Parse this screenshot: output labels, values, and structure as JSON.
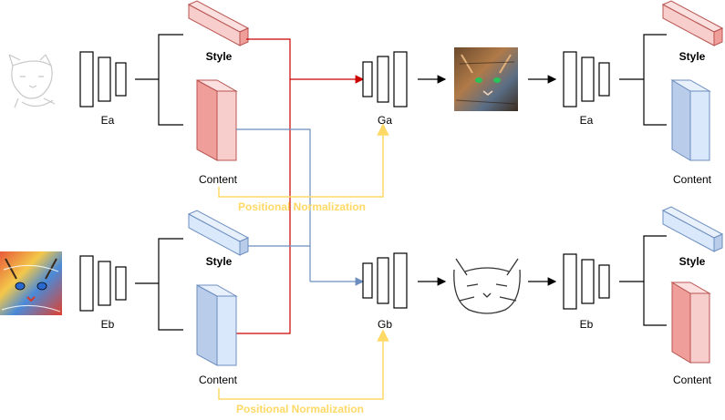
{
  "top": {
    "encoder_in": "Ea",
    "style": "Style",
    "content": "Content",
    "generator": "Ga",
    "encoder_out": "Ea",
    "style_out": "Style",
    "content_out": "Content",
    "norm": "Positional Normalization"
  },
  "bottom": {
    "encoder_in": "Eb",
    "style": "Style",
    "content": "Content",
    "generator": "Gb",
    "encoder_out": "Eb",
    "style_out": "Style",
    "content_out": "Content",
    "norm": "Positional Normalization"
  },
  "colors": {
    "red_fill": "#F8CECC",
    "red_stroke": "#B85450",
    "blue_fill": "#DAE8FC",
    "blue_stroke": "#6C8EBF",
    "red_arrow": "#CC0000",
    "blue_arrow": "#6C8EBF",
    "yellow": "#FFD966"
  },
  "images": {
    "sketch_in": "cat-sketch-icon",
    "painting_in": "cat-painting-icon",
    "top_output": "cat-photo-stylized-icon",
    "bottom_output": "cat-sketch-output-icon"
  }
}
